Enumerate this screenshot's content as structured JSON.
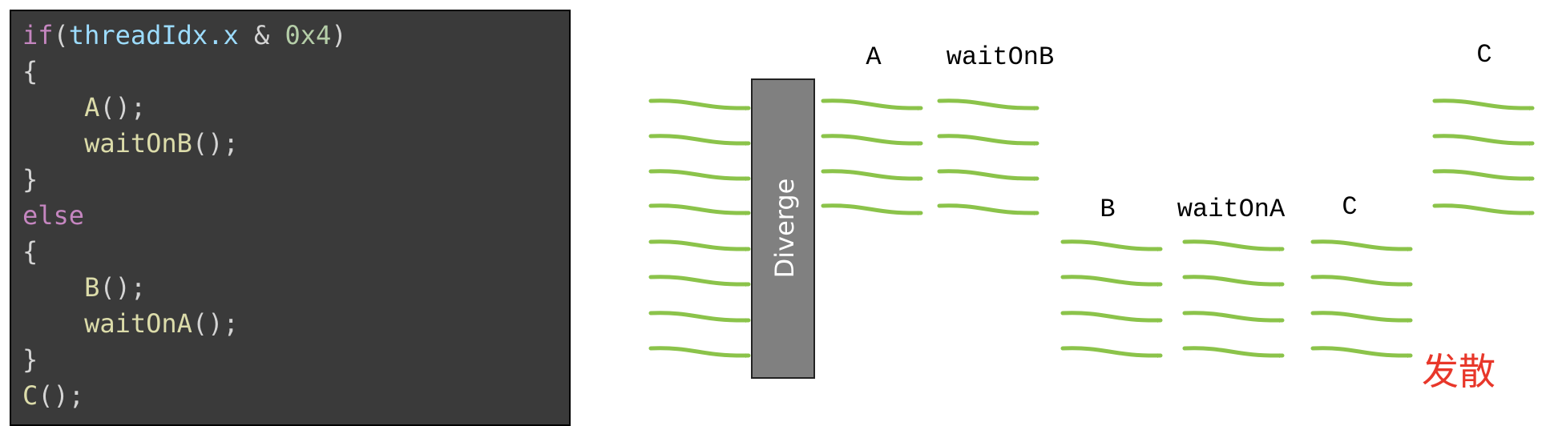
{
  "code": {
    "lines": [
      [
        {
          "t": "if",
          "c": "kw"
        },
        {
          "t": "(",
          "c": "pn"
        },
        {
          "t": "threadIdx.x",
          "c": "id"
        },
        {
          "t": " & ",
          "c": "pn"
        },
        {
          "t": "0x4",
          "c": "num"
        },
        {
          "t": ")",
          "c": "pn"
        }
      ],
      [
        {
          "t": "{",
          "c": "pn"
        }
      ],
      [
        {
          "t": "    ",
          "c": "pn"
        },
        {
          "t": "A",
          "c": "fn"
        },
        {
          "t": "();",
          "c": "pn"
        }
      ],
      [
        {
          "t": "    ",
          "c": "pn"
        },
        {
          "t": "waitOnB",
          "c": "fn"
        },
        {
          "t": "();",
          "c": "pn"
        }
      ],
      [
        {
          "t": "}",
          "c": "pn"
        }
      ],
      [
        {
          "t": "else",
          "c": "kw"
        }
      ],
      [
        {
          "t": "{",
          "c": "pn"
        }
      ],
      [
        {
          "t": "    ",
          "c": "pn"
        },
        {
          "t": "B",
          "c": "fn"
        },
        {
          "t": "();",
          "c": "pn"
        }
      ],
      [
        {
          "t": "    ",
          "c": "pn"
        },
        {
          "t": "waitOnA",
          "c": "fn"
        },
        {
          "t": "();",
          "c": "pn"
        }
      ],
      [
        {
          "t": "}",
          "c": "pn"
        }
      ],
      [
        {
          "t": "C",
          "c": "fn"
        },
        {
          "t": "();",
          "c": "pn"
        }
      ]
    ]
  },
  "diagram": {
    "diverge_label": "Diverge",
    "labels": {
      "a": "A",
      "wait_on_b": "waitOnB",
      "c_top": "C",
      "b": "B",
      "wait_on_a": "waitOnA",
      "c_bottom": "C"
    },
    "note": "发散",
    "colors": {
      "arrow": "#8bc34a",
      "diverge_box": "#808080",
      "note": "#e8372a",
      "code_bg": "#3a3a3a"
    }
  }
}
